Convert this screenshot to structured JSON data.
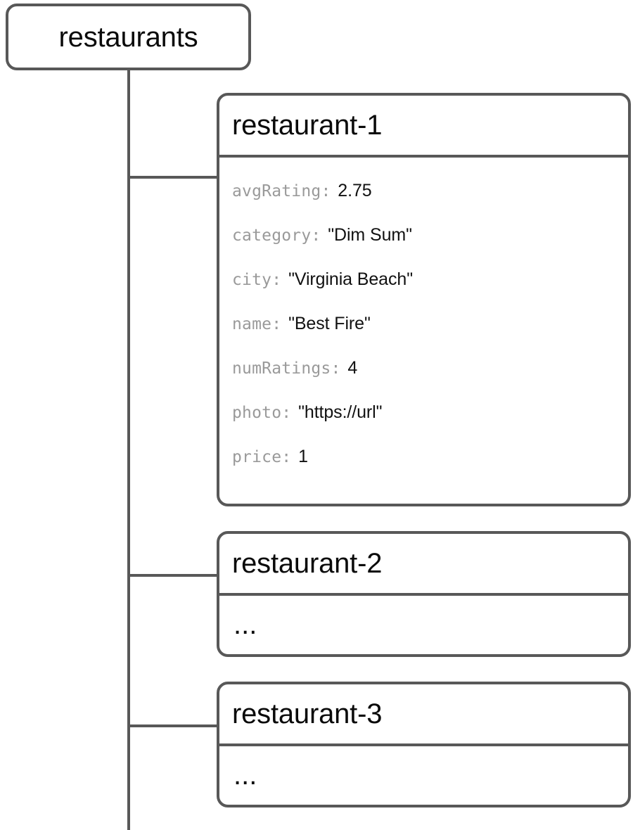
{
  "diagram": {
    "type": "tree",
    "title": "restaurants collection tree",
    "colors": {
      "stroke": "#585858",
      "text": "#0a0a0a",
      "key_text": "#9a9a9a",
      "value_text": "#111111",
      "background": "#ffffff"
    }
  },
  "root": {
    "label": "restaurants"
  },
  "documents": [
    {
      "id": "restaurant-1",
      "title": "restaurant-1",
      "expanded": true,
      "fields": [
        {
          "key": "avgRating",
          "colon": ":",
          "value": "2.75"
        },
        {
          "key": "category",
          "colon": ":",
          "value": "\"Dim Sum\""
        },
        {
          "key": "city",
          "colon": ":",
          "value": "\"Virginia Beach\""
        },
        {
          "key": "name",
          "colon": ":",
          "value": "\"Best Fire\""
        },
        {
          "key": "numRatings",
          "colon": ":",
          "value": "4"
        },
        {
          "key": "photo",
          "colon": ":",
          "value": "\"https://url\""
        },
        {
          "key": "price",
          "colon": ":",
          "value": "1"
        }
      ]
    },
    {
      "id": "restaurant-2",
      "title": "restaurant-2",
      "expanded": false,
      "ellipsis": "..."
    },
    {
      "id": "restaurant-3",
      "title": "restaurant-3",
      "expanded": false,
      "ellipsis": "..."
    }
  ]
}
